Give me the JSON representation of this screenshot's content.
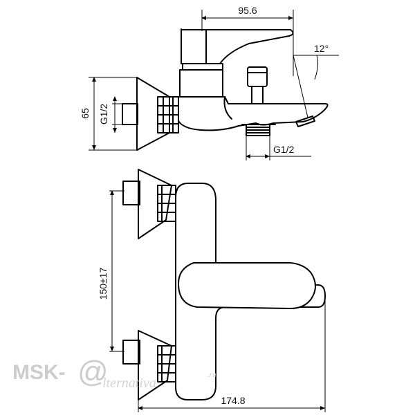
{
  "dimensions": {
    "top_width": "95.6",
    "angle": "12°",
    "height": "65",
    "thread_left": "G1/2",
    "thread_bottom": "G1/2",
    "center_distance": "150±17",
    "total_width": "174.8"
  },
  "watermark": {
    "brand": "MSK-",
    "at_symbol": "@",
    "script": "lternativa",
    "suffix": ".ru"
  },
  "colors": {
    "line": "#000000",
    "watermark": "#c8c8c8",
    "background": "#ffffff"
  }
}
